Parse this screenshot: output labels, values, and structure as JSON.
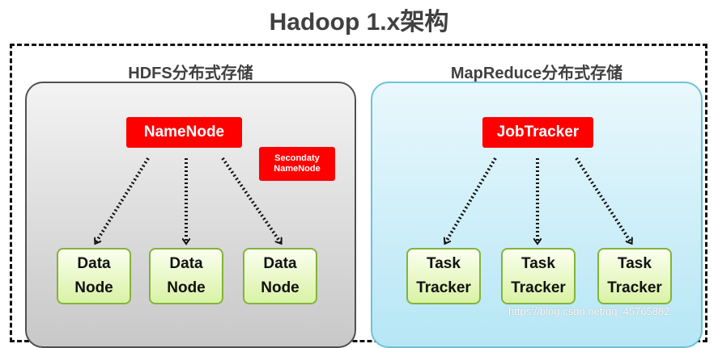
{
  "title": "Hadoop 1.x架构",
  "hdfs": {
    "label": "HDFS分布式存储",
    "master": "NameNode",
    "secondary": "Secondaty\nNameNode",
    "nodes": [
      "Data\nNode",
      "Data\nNode",
      "Data\nNode"
    ]
  },
  "mapreduce": {
    "label": "MapReduce分布式存储",
    "master": "JobTracker",
    "nodes": [
      "Task\nTracker",
      "Task\nTracker",
      "Task\nTracker"
    ]
  },
  "watermark": "https://blog.csdn.net/qq_45765882",
  "colors": {
    "master_box": "#ff0000",
    "node_border": "#82b43a",
    "hdfs_panel": "#d0d0d0",
    "mapreduce_panel": "#c8ecf8"
  }
}
